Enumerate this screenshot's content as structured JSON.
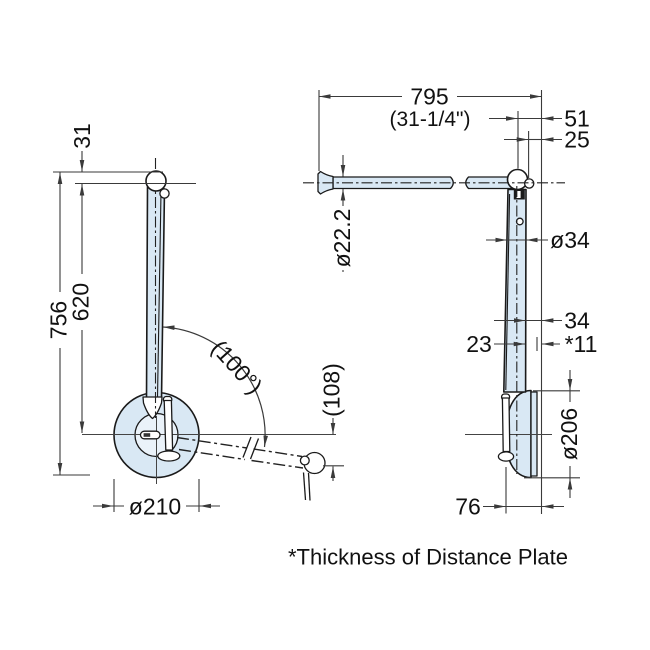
{
  "note": "*Thickness of Distance Plate",
  "colors": {
    "part_fill": "#d9e8f4",
    "part_fill_light": "#eaf2f9",
    "outline": "#1a1a1a",
    "dim_line": "#3a3a3a",
    "text": "#111111",
    "background": "#ffffff"
  },
  "front_view": {
    "dim_top_offset": "31",
    "dim_total_height": "756",
    "dim_arm_height": "620",
    "dim_swing_angle": "(100°)",
    "dim_drop": "(108)",
    "dim_base_diameter": "ø210"
  },
  "side_view": {
    "dim_rail_length": "795",
    "dim_rail_length_inches": "(31-1/4\")",
    "dim_end_overhang": "51",
    "dim_pivot_offset": "25",
    "dim_rail_diameter": "ø22.2",
    "dim_arm_width": "ø34",
    "dim_bottom_offset": "34",
    "dim_arm_gap": "23",
    "dim_plate_thickness": "*11",
    "dim_base_plate_diameter": "ø206",
    "dim_handle_offset": "76"
  }
}
